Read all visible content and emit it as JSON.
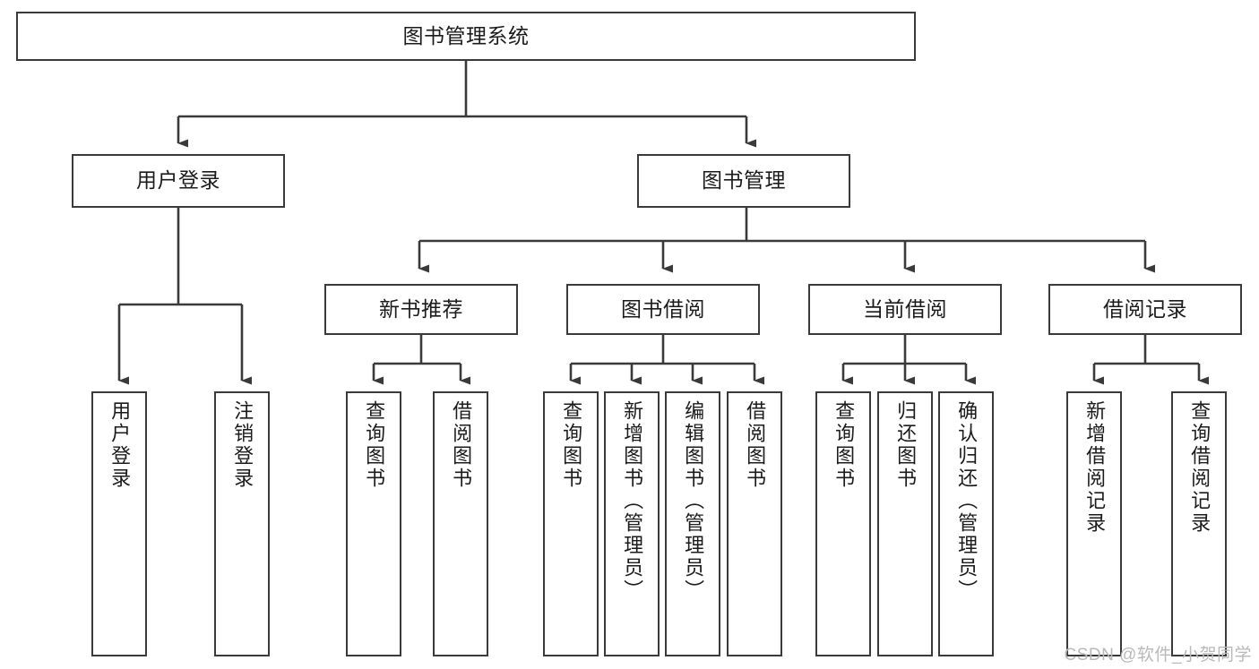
{
  "diagram": {
    "title": "图书管理系统",
    "type": "tree",
    "root": {
      "label": "图书管理系统"
    },
    "level2": [
      {
        "label": "用户登录"
      },
      {
        "label": "图书管理"
      }
    ],
    "level3": [
      {
        "label": "新书推荐"
      },
      {
        "label": "图书借阅"
      },
      {
        "label": "当前借阅"
      },
      {
        "label": "借阅记录"
      }
    ],
    "leaves": {
      "user_login": [
        {
          "label": "用户登录"
        },
        {
          "label": "注销登录"
        }
      ],
      "new_book_recommend": [
        {
          "label": "查询图书"
        },
        {
          "label": "借阅图书"
        }
      ],
      "book_borrow": [
        {
          "label": "查询图书"
        },
        {
          "label": "新增图书（管理员）"
        },
        {
          "label": "编辑图书（管理员）"
        },
        {
          "label": "借阅图书"
        }
      ],
      "current_borrow": [
        {
          "label": "查询图书"
        },
        {
          "label": "归还图书"
        },
        {
          "label": "确认归还（管理员）"
        }
      ],
      "borrow_record": [
        {
          "label": "新增借阅记录"
        },
        {
          "label": "查询借阅记录"
        }
      ]
    }
  },
  "watermark": {
    "text": "CSDN @软件_小贺同学"
  },
  "colors": {
    "stroke": "#3a3a3a",
    "fill": "#ffffff",
    "text": "#1b1b1b",
    "watermark": "#b9b9b9"
  }
}
